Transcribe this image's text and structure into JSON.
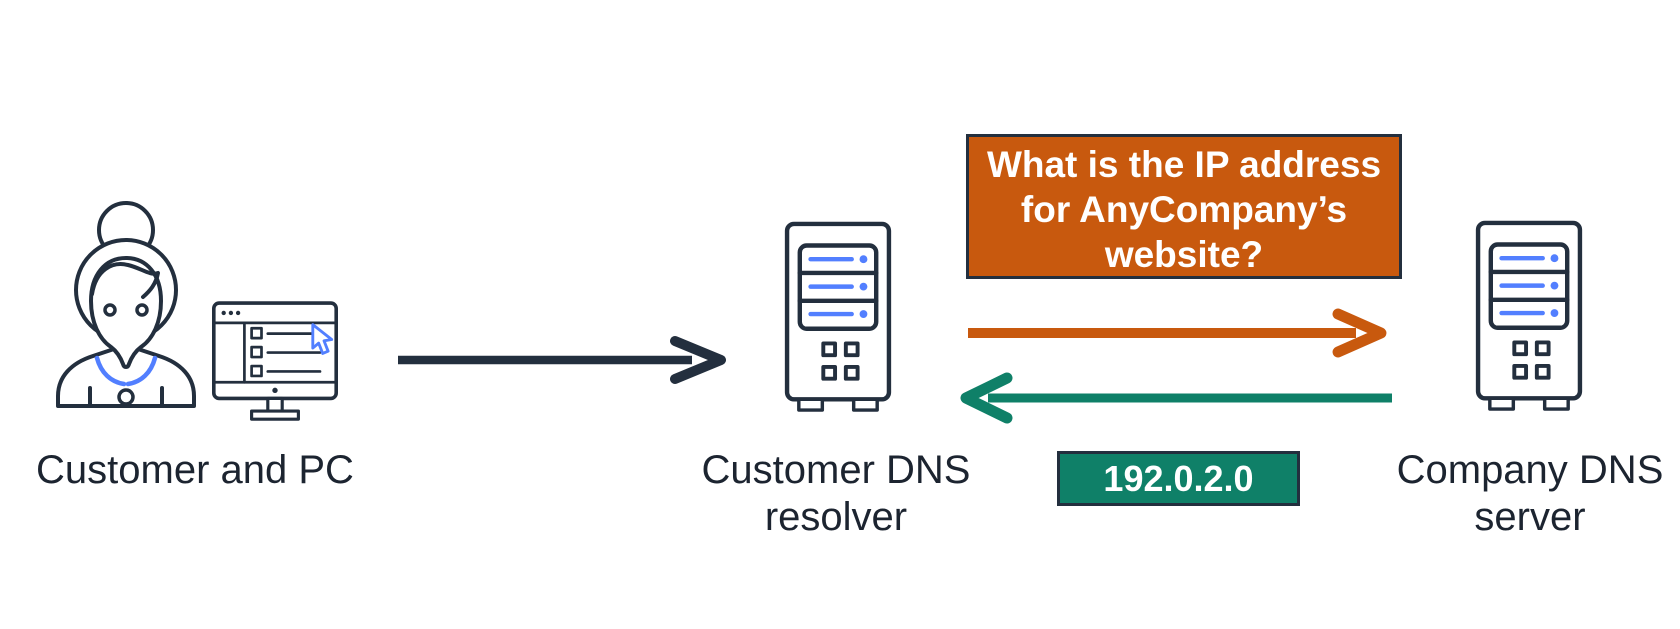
{
  "nodes": {
    "customer_pc": {
      "label": "Customer and PC"
    },
    "resolver": {
      "label_lines": [
        "Customer DNS",
        "resolver"
      ]
    },
    "company_server": {
      "label_lines": [
        "Company DNS",
        "server"
      ]
    }
  },
  "messages": {
    "query": {
      "text": "What is the IP address for AnyCompany’s website?",
      "lines": [
        "What is the IP address",
        "for AnyCompany’s",
        "website?"
      ]
    },
    "answer": {
      "text": "192.0.2.0"
    }
  },
  "icons": [
    "customer-person-icon",
    "pc-browser-monitor-icon",
    "dns-resolver-server-icon",
    "company-dns-server-icon"
  ],
  "colors": {
    "ink": "#232F3E",
    "accent_blue": "#527FFF",
    "query_orange": "#C8590E",
    "answer_green": "#0F8068",
    "label_text": "#1C2430",
    "box_text": "#FFFFFF",
    "background": "#FFFFFF"
  }
}
